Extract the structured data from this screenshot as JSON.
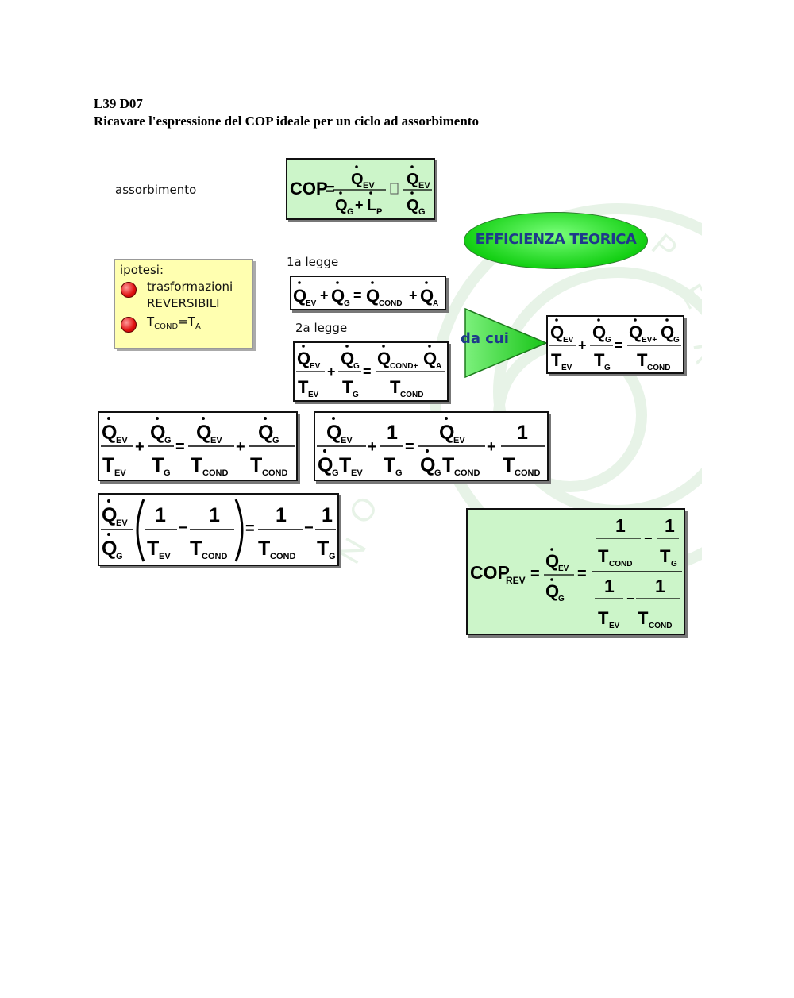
{
  "header": {
    "code": "L39 D07",
    "title": "Ricavare l'espressione del COP ideale per un ciclo ad assorbimento"
  },
  "slide": {
    "label_assorbimento": "assorbimento",
    "label_1a_legge": "1a legge",
    "label_2a_legge": "2a legge",
    "badge": "EFFICIENZA TEORICA",
    "arrow_label": "da cui",
    "ipotesi": {
      "title": "ipotesi:",
      "item1_line1": "trasformazioni",
      "item1_line2": "REVERSIBILI",
      "item2_T": "T",
      "item2_sub": "COND",
      "item2_eq": "=T",
      "item2_sub2": "A"
    },
    "colors": {
      "formula_box_green": "#ccf5c9",
      "hypothesis_box": "#ffffb0",
      "badge_green": "#14d014",
      "badge_text": "#1e3a8a"
    },
    "icons": [
      "bullet-red-dot-icon",
      "watermark-seal-icon",
      "arrow-triangle-icon"
    ]
  }
}
